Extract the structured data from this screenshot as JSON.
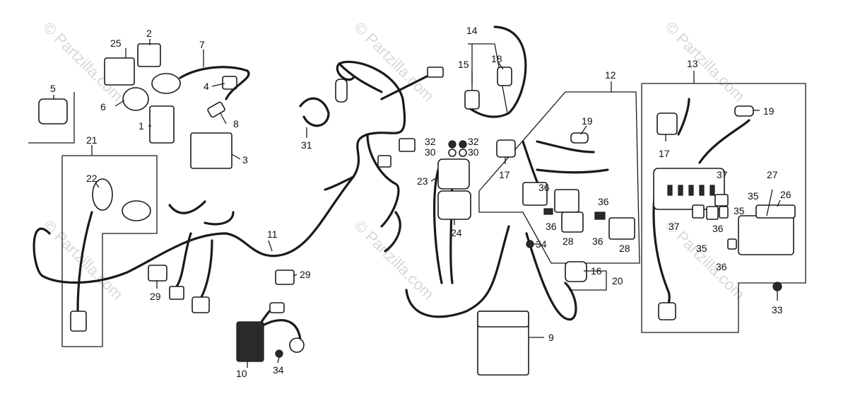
{
  "watermark_text": "© Partzilla.com",
  "callouts": {
    "c1": "1",
    "c2": "2",
    "c3": "3",
    "c4": "4",
    "c5": "5",
    "c6": "6",
    "c7": "7",
    "c8": "8",
    "c9": "9",
    "c10": "10",
    "c11": "11",
    "c12": "12",
    "c13": "13",
    "c14": "14",
    "c15": "15",
    "c16": "16",
    "c17a": "17",
    "c17b": "17",
    "c18": "18",
    "c19a": "19",
    "c19b": "19",
    "c20": "20",
    "c21": "21",
    "c22": "22",
    "c23": "23",
    "c24": "24",
    "c25": "25",
    "c26": "26",
    "c27": "27",
    "c28a": "28",
    "c28b": "28",
    "c29a": "29",
    "c29b": "29",
    "c30a": "30",
    "c30b": "30",
    "c31": "31",
    "c32a": "32",
    "c32b": "32",
    "c33": "33",
    "c34a": "34",
    "c34b": "34",
    "c35a": "35",
    "c35b": "35",
    "c35c": "35",
    "c36a": "36",
    "c36b": "36",
    "c36c": "36",
    "c36d": "36",
    "c36e": "36",
    "c37a": "37",
    "c37b": "37"
  }
}
